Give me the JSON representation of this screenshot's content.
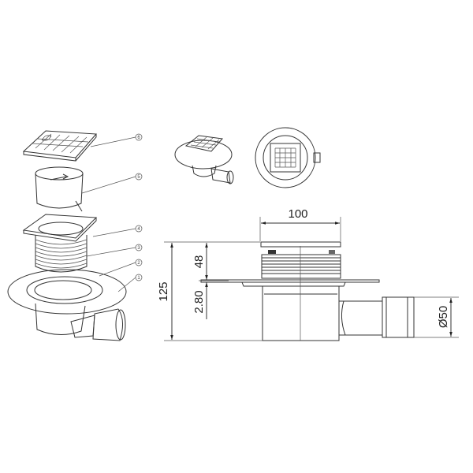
{
  "callouts": [
    "6",
    "5",
    "4",
    "3",
    "2",
    "1"
  ],
  "dimensions": {
    "width": "100",
    "upper_height": "48",
    "total_height": "125",
    "lower_height": "2.80",
    "outlet_diameter": "Ø50"
  },
  "colors": {
    "line": "#333333",
    "rubber": "#2a2a2a",
    "metal": "#d8d8d8"
  }
}
